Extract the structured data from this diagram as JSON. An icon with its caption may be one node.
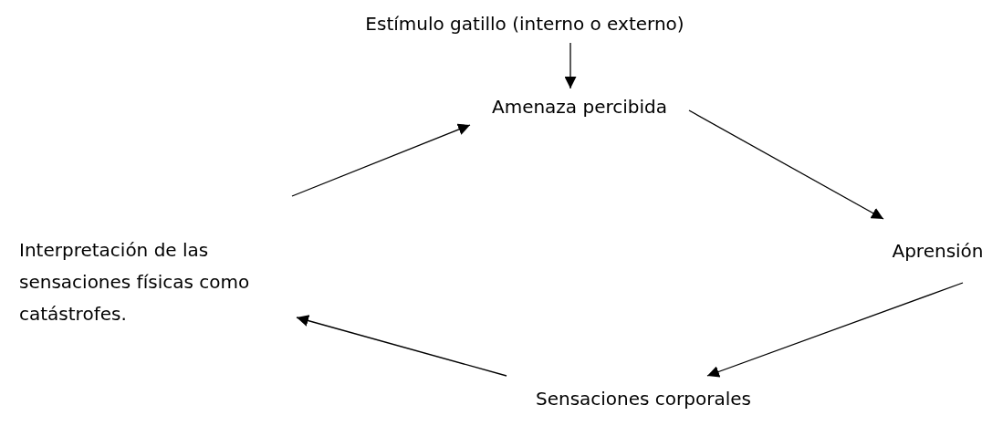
{
  "diagram": {
    "nodes": [
      {
        "text": [
          "Estímulo gatillo (interno o externo)"
        ]
      },
      {
        "text": [
          "Amenaza percibida"
        ]
      },
      {
        "text": [
          "Aprensión"
        ]
      },
      {
        "text": [
          "Sensaciones corporales"
        ]
      },
      {
        "text": [
          "Interpretación de las sensaciones físicas como catástrofes."
        ]
      }
    ],
    "edges": [
      {
        "from": 0,
        "to": 1,
        "arrow": "to"
      },
      {
        "from": 1,
        "to": 2,
        "arrow": "to"
      },
      {
        "from": 2,
        "to": 3,
        "arrow": "to"
      },
      {
        "from": 3,
        "to": 4,
        "arrow": "to"
      },
      {
        "from": 4,
        "to": 1,
        "arrow": "to"
      }
    ]
  }
}
